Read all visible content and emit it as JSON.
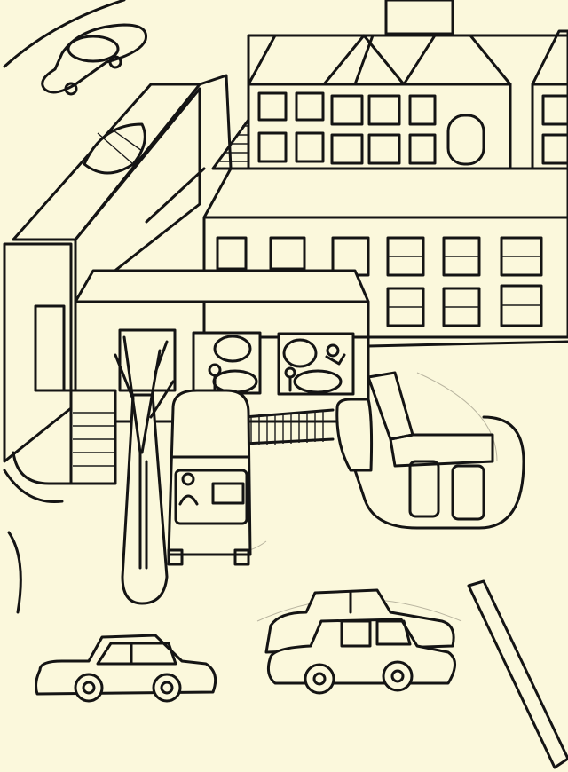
{
  "drawing": {
    "style": "black ink line drawing on cream paper",
    "paper_color": "#fbf8dc",
    "ink_color": "#141414",
    "subjects": [
      "row-of-houses",
      "long-brick-building",
      "brick-wall-with-windows",
      "van-with-driver",
      "bare-tree",
      "wheelie-bins",
      "cars",
      "staircases"
    ],
    "car_count": 4,
    "van_count": 1
  }
}
